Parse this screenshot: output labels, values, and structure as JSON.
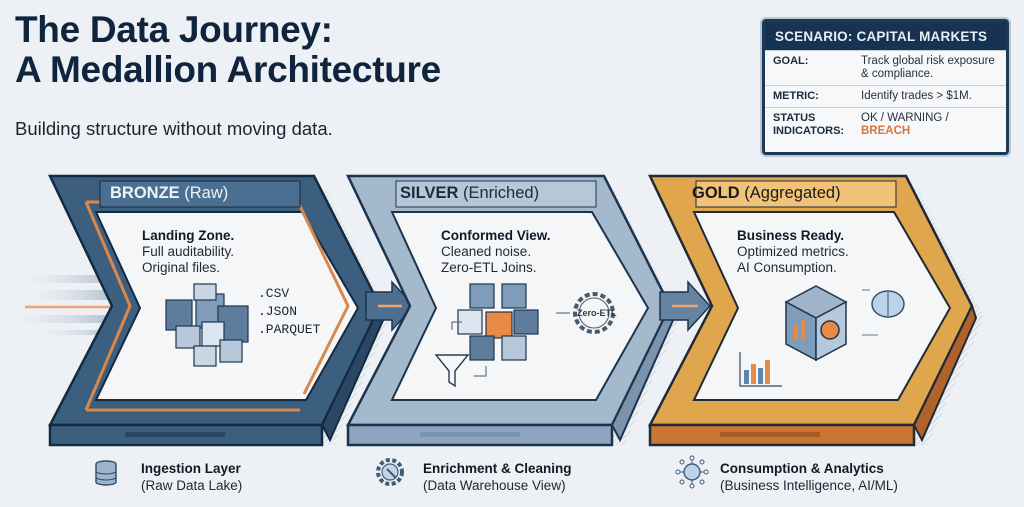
{
  "header": {
    "title_line1": "The Data Journey:",
    "title_line2": "A Medallion Architecture",
    "subtitle": "Building structure without moving data."
  },
  "scenario": {
    "heading": "SCENARIO: CAPITAL MARKETS",
    "rows": [
      {
        "label": "GOAL:",
        "value": "Track global risk exposure & compliance."
      },
      {
        "label": "METRIC:",
        "value": "Identify trades > $1M."
      },
      {
        "label": "STATUS INDICATORS:",
        "value_plain": "OK / WARNING / ",
        "value_highlight": "BREACH"
      }
    ],
    "highlight_color": "#d9743a"
  },
  "layers": [
    {
      "name": "BRONZE",
      "qualifier": "(Raw)",
      "heading": "Landing Zone.",
      "lines": [
        "Full auditability.",
        "Original files."
      ],
      "extensions": [
        ".CSV",
        ".JSON",
        ".PARQUET"
      ],
      "icon": "data-blocks-icon",
      "frame_color": "#3c5f80",
      "accent": "#d9874a",
      "footer": {
        "title": "Ingestion Layer",
        "subtitle": "(Raw Data Lake)",
        "icon": "database-icon"
      }
    },
    {
      "name": "SILVER",
      "qualifier": "(Enriched)",
      "heading": "Conformed View.",
      "lines": [
        "Cleaned noise.",
        "Zero-ETL Joins."
      ],
      "gear_label": "Zero-ETL",
      "icon": "cube-cluster-icon",
      "frame_color": "#90a7bf",
      "footer": {
        "title": "Enrichment & Cleaning",
        "subtitle": "(Data Warehouse View)",
        "icon": "gear-wrench-icon"
      }
    },
    {
      "name": "GOLD",
      "qualifier": "(Aggregated)",
      "heading": "Business Ready.",
      "lines": [
        "Optimized metrics.",
        "AI Consumption."
      ],
      "icon": "analytics-cube-icon",
      "frame_color": "#e0a64e",
      "side_color": "#c87634",
      "footer": {
        "title": "Consumption & Analytics",
        "subtitle": "(Business Intelligence, AI/ML)",
        "icon": "ai-brain-network-icon"
      }
    }
  ]
}
